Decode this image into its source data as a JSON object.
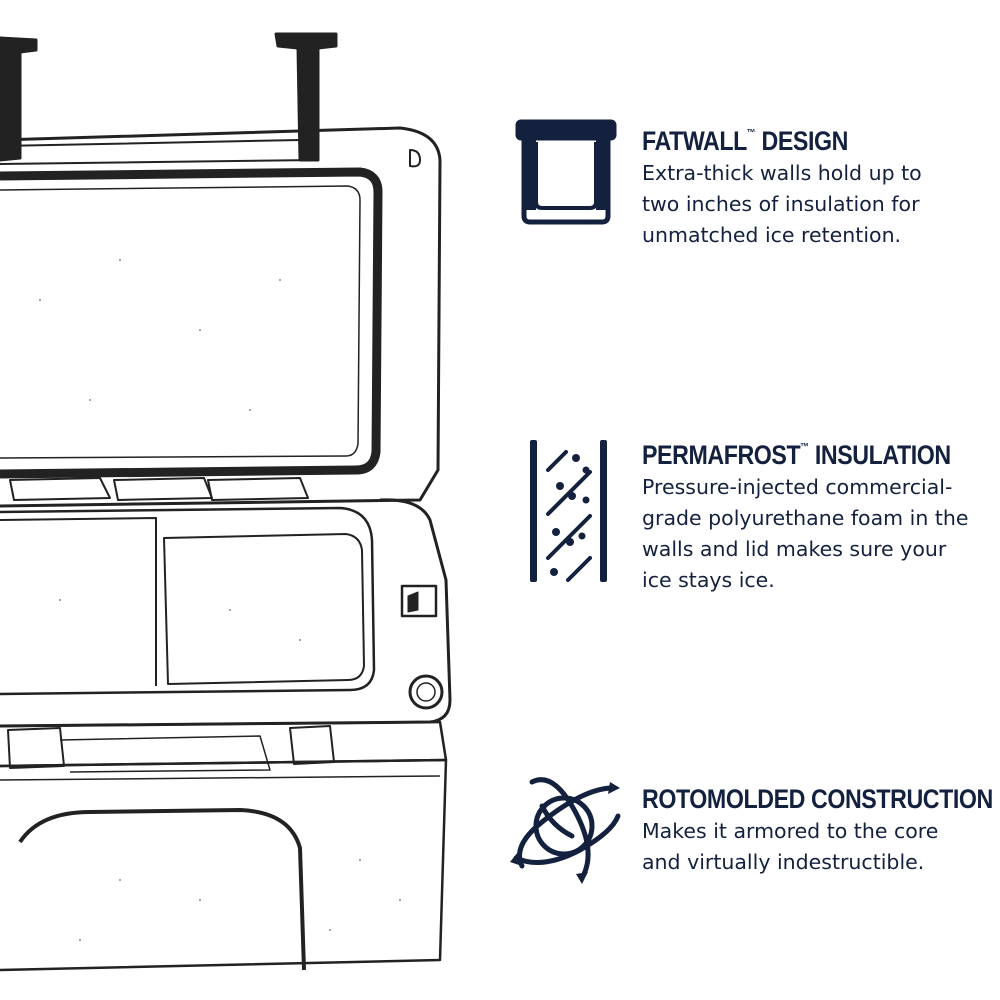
{
  "features": [
    {
      "icon": "fatwall-icon",
      "title": "FATWALL",
      "title_mark": "™",
      "title_suffix": " DESIGN",
      "lines": [
        "Extra-thick walls hold up to",
        "two inches of insulation for",
        "unmatched ice retention."
      ]
    },
    {
      "icon": "insulation-icon",
      "title": "PERMAFROST",
      "title_mark": "™",
      "title_suffix": " INSULATION",
      "lines": [
        "Pressure-injected commercial-",
        "grade polyurethane foam in the",
        "walls and lid makes sure your",
        "ice stays ice."
      ]
    },
    {
      "icon": "rotomolded-icon",
      "title": "ROTOMOLDED CONSTRUCTION",
      "title_mark": "",
      "title_suffix": "",
      "lines": [
        "Makes it armored to the core",
        "and virtually indestructible."
      ]
    }
  ],
  "colors": {
    "navy": "#13213f",
    "outline": "#1a1a1a",
    "background": "#ffffff"
  }
}
